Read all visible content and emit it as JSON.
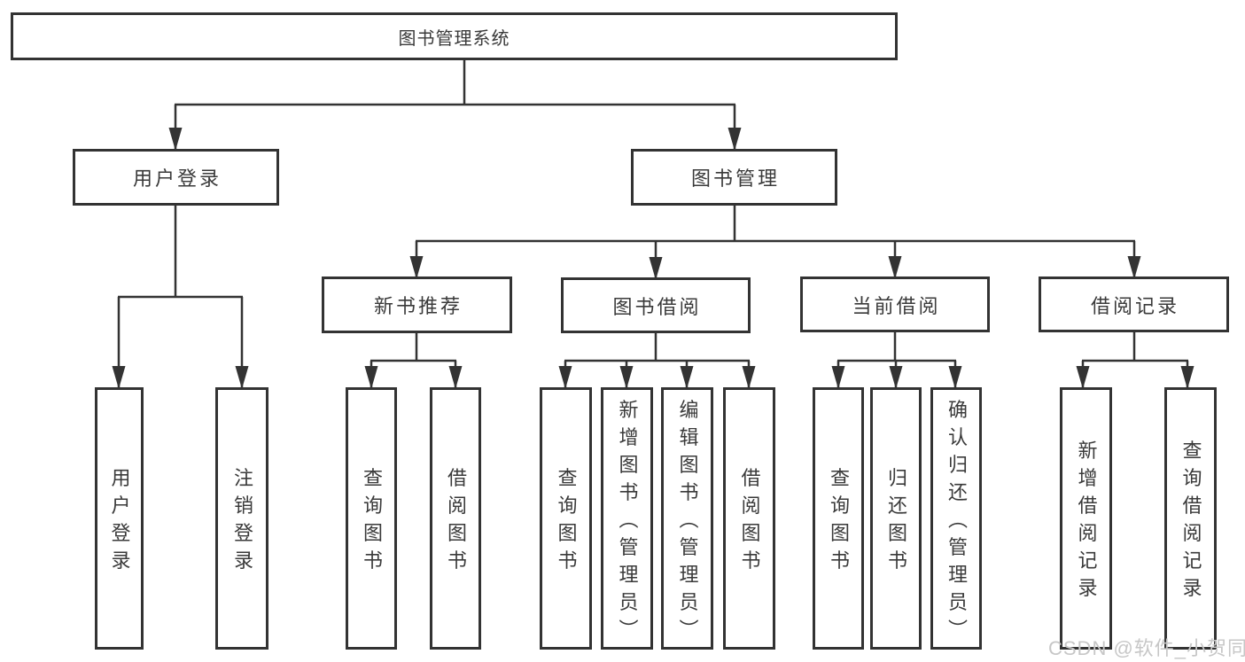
{
  "diagram": {
    "root": {
      "label": "图书管理系统",
      "children": [
        {
          "label": "用户登录",
          "children": [
            {
              "label": "用户登录"
            },
            {
              "label": "注销登录"
            }
          ]
        },
        {
          "label": "图书管理",
          "children": [
            {
              "label": "新书推荐",
              "children": [
                {
                  "label": "查询图书"
                },
                {
                  "label": "借阅图书"
                }
              ]
            },
            {
              "label": "图书借阅",
              "children": [
                {
                  "label": "查询图书"
                },
                {
                  "label": "新增图书（管理员）"
                },
                {
                  "label": "编辑图书（管理员）"
                },
                {
                  "label": "借阅图书"
                }
              ]
            },
            {
              "label": "当前借阅",
              "children": [
                {
                  "label": "查询图书"
                },
                {
                  "label": "归还图书"
                },
                {
                  "label": "确认归还（管理员）"
                }
              ]
            },
            {
              "label": "借阅记录",
              "children": [
                {
                  "label": "新增借阅记录"
                },
                {
                  "label": "查询借阅记录"
                }
              ]
            }
          ]
        }
      ]
    },
    "colors": {
      "line": "#333333",
      "box_border": "#333333",
      "text": "#3a3a3a",
      "background": "#ffffff",
      "watermark": "#c7c7c7"
    }
  },
  "watermark": "CSDN @软件_小贺同学"
}
